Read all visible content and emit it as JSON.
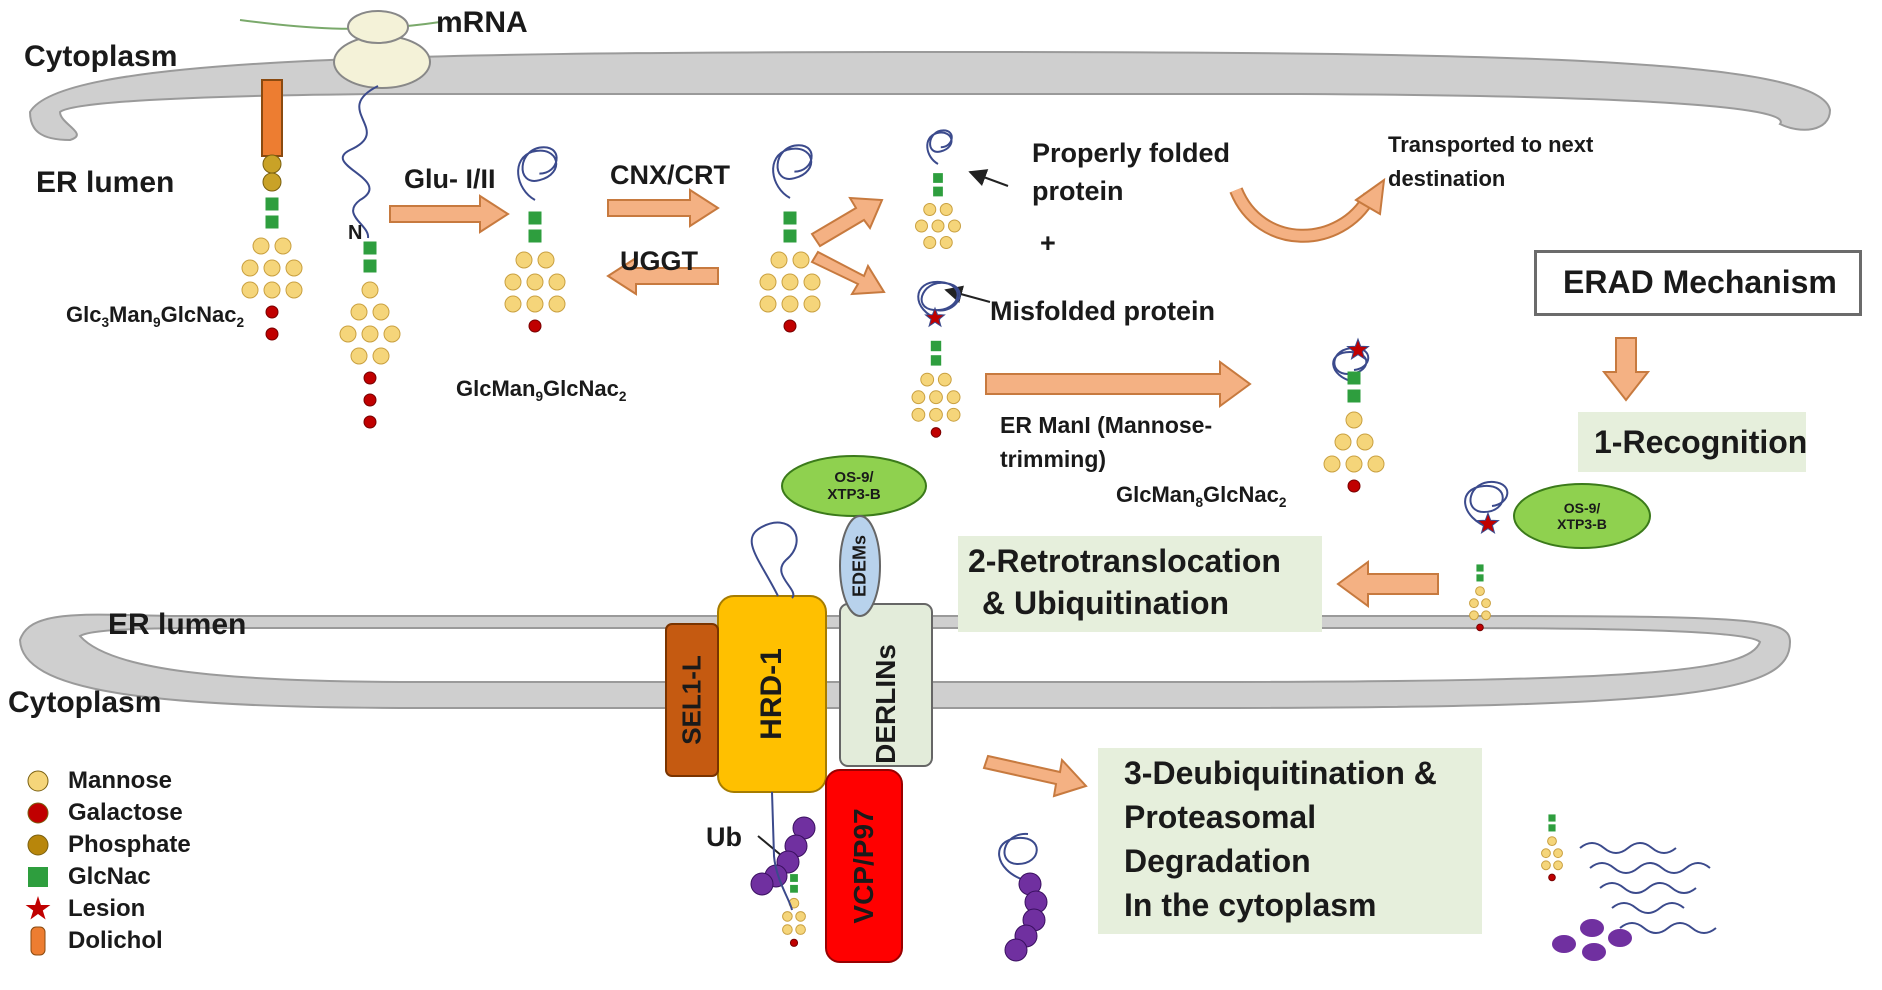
{
  "labels": {
    "mrna": "mRNA",
    "cytoplasm_top": "Cytoplasm",
    "er_lumen_top": "ER lumen",
    "er_lumen_mid": "ER lumen",
    "cytoplasm_mid": "Cytoplasm",
    "glu": "Glu- I/II",
    "cnx": "CNX/CRT",
    "uggt": "UGGT",
    "n_terminus": "N",
    "glc3_pre": "Glc",
    "glc3_s1": "3",
    "glc3_mid": "Man",
    "glc3_s2": "9",
    "glc3_post": "GlcNac",
    "glc3_s3": "2",
    "glc1_pre": "GlcMan",
    "glc1_s1": "9",
    "glc1_post": "GlcNac",
    "glc1_s2": "2",
    "glc8_pre": "GlcMan",
    "glc8_s1": "8",
    "glc8_post": "GlcNac",
    "glc8_s2": "2",
    "properly_folded_1": "Properly folded",
    "properly_folded_2": "protein",
    "plus": "+",
    "misfolded": "Misfolded protein",
    "transported_1": "Transported to next",
    "transported_2": "destination",
    "er_mani_1": "ER ManI (Mannose-",
    "er_mani_2": "trimming)",
    "ub": "Ub"
  },
  "steps": {
    "erad": "ERAD Mechanism",
    "recognition": "1-Recognition",
    "retro_1": "2-Retrotranslocation",
    "retro_2": "& Ubiquitination",
    "deub_1": "3-Deubiquitination &",
    "deub_2": "Proteasomal",
    "deub_3": "Degradation",
    "deub_4": "In the cytoplasm"
  },
  "complex": {
    "sel1l": "SEL1-L",
    "hrd1": "HRD-1",
    "derlins": "DERLINs",
    "edems": "EDEMs",
    "vcp": "VCP/P97",
    "os9_1": "OS-9/",
    "os9_2": "XTP3-B"
  },
  "legend": [
    {
      "icon": "mannose-icon",
      "label": "Mannose"
    },
    {
      "icon": "galactose-icon",
      "label": "Galactose"
    },
    {
      "icon": "phosphate-icon",
      "label": "Phosphate"
    },
    {
      "icon": "glcnac-icon",
      "label": "GlcNac"
    },
    {
      "icon": "lesion-icon",
      "label": "Lesion"
    },
    {
      "icon": "dolichol-icon",
      "label": "Dolichol"
    }
  ],
  "colors": {
    "membrane": "#c9c9c9",
    "arrow": "#f4b183",
    "mannose": "#f5d57a",
    "galactose": "#c00000",
    "phosphate": "#b8860b",
    "glcnac": "#2e9e3e",
    "lesion": "#c00000",
    "dolichol": "#ed7d31",
    "step_box": "#e6efdc",
    "hrd1": "#ffc000",
    "sel1l": "#c55a11",
    "vcp": "#ff0000",
    "os9": "#8fd14f",
    "ub": "#7030a0",
    "protein": "#3b4a8c"
  }
}
